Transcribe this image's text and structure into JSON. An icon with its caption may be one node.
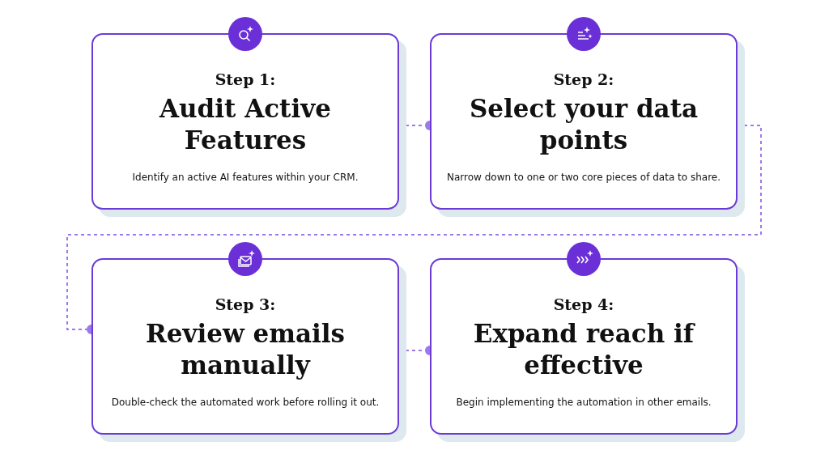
{
  "diagram": {
    "nodes": [
      {
        "text": [
          "Step 1:",
          "Audit Active Features",
          "Identify an active AI features within your CRM."
        ]
      },
      {
        "text": [
          "Step 2:",
          "Select your data points",
          "Narrow down to one or two core pieces of data to share."
        ]
      },
      {
        "text": [
          "Step 3:",
          "Review emails manually",
          "Double-check the automated work before rolling it out."
        ]
      },
      {
        "text": [
          "Step 4:",
          "Expand reach if effective",
          "Begin implementing the automation in other emails."
        ]
      }
    ],
    "edges": [
      {
        "from": 0,
        "to": 1,
        "arrow": "other",
        "style": "dashed"
      },
      {
        "from": 1,
        "to": 2,
        "arrow": "other",
        "style": "dashed"
      },
      {
        "from": 2,
        "to": 3,
        "arrow": "other",
        "style": "dashed"
      }
    ]
  }
}
